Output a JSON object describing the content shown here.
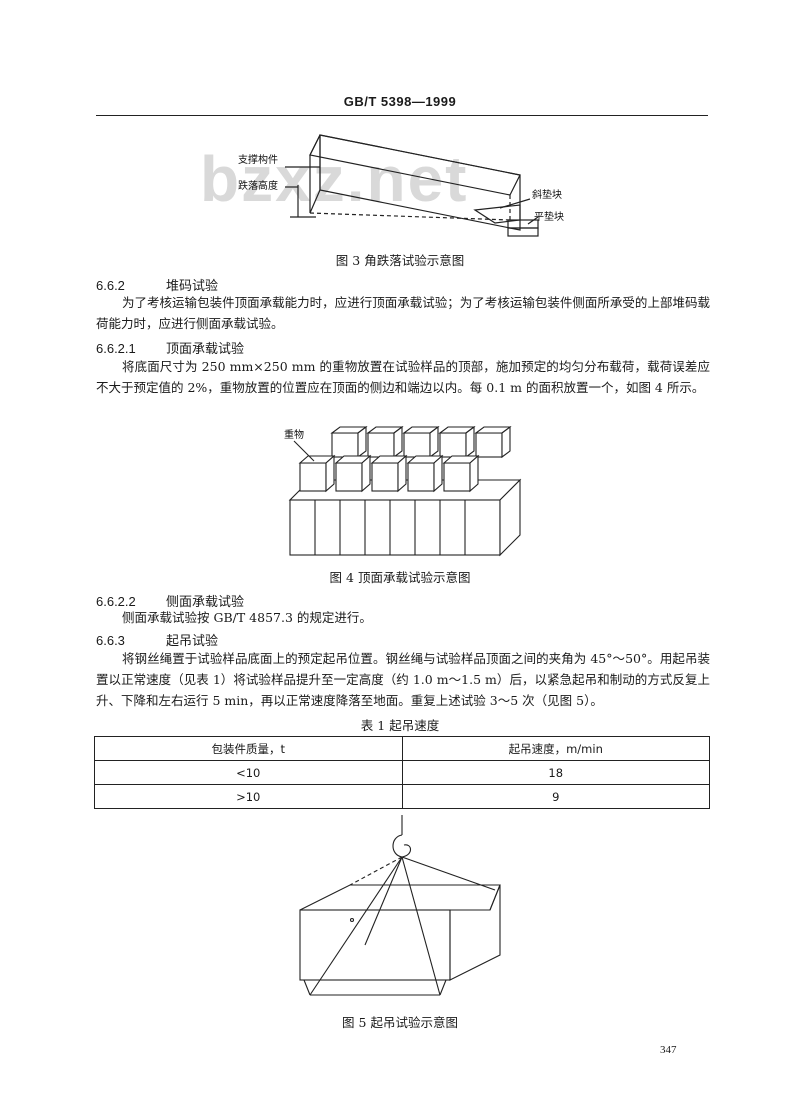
{
  "header": {
    "standard": "GB/T 5398—1999"
  },
  "watermark": "bzxz.net",
  "figure3": {
    "caption": "图 3   角跌落试验示意图",
    "labels": {
      "support": "支撑构件",
      "drop_height": "跌落高度",
      "slant_block": "斜垫块",
      "flat_block": "平垫块"
    }
  },
  "s6_6_2": {
    "num": "6.6.2",
    "title": "堆码试验",
    "text": "为了考核运输包装件顶面承载能力时，应进行顶面承载试验；为了考核运输包装件侧面所承受的上部堆码载荷能力时，应进行侧面承载试验。"
  },
  "s6_6_2_1": {
    "num": "6.6.2.1",
    "title": "顶面承载试验",
    "text": "将底面尺寸为 250 mm×250 mm 的重物放置在试验样品的顶部，施加预定的均匀分布载荷，载荷误差应不大于预定值的 2%，重物放置的位置应在顶面的侧边和端边以内。每 0.1 m 的面积放置一个，如图 4 所示。"
  },
  "figure4": {
    "caption": "图 4   顶面承载试验示意图",
    "labels": {
      "weight": "重物"
    }
  },
  "s6_6_2_2": {
    "num": "6.6.2.2",
    "title": "侧面承载试验",
    "text": "侧面承载试验按 GB/T 4857.3 的规定进行。"
  },
  "s6_6_3": {
    "num": "6.6.3",
    "title": "起吊试验",
    "text": "将钢丝绳置于试验样品底面上的预定起吊位置。钢丝绳与试验样品顶面之间的夹角为 45°～50°。用起吊装置以正常速度（见表 1）将试验样品提升至一定高度（约 1.0 m～1.5 m）后，以紧急起吊和制动的方式反复上升、下降和左右运行 5 min，再以正常速度降落至地面。重复上述试验 3～5 次（见图 5）。"
  },
  "table1": {
    "caption": "表 1   起吊速度",
    "headers": [
      "包装件质量，t",
      "起吊速度，m/min"
    ],
    "rows": [
      [
        "<10",
        "18"
      ],
      [
        ">10",
        "9"
      ]
    ]
  },
  "figure5": {
    "caption": "图 5   起吊试验示意图"
  },
  "page_number": "347"
}
